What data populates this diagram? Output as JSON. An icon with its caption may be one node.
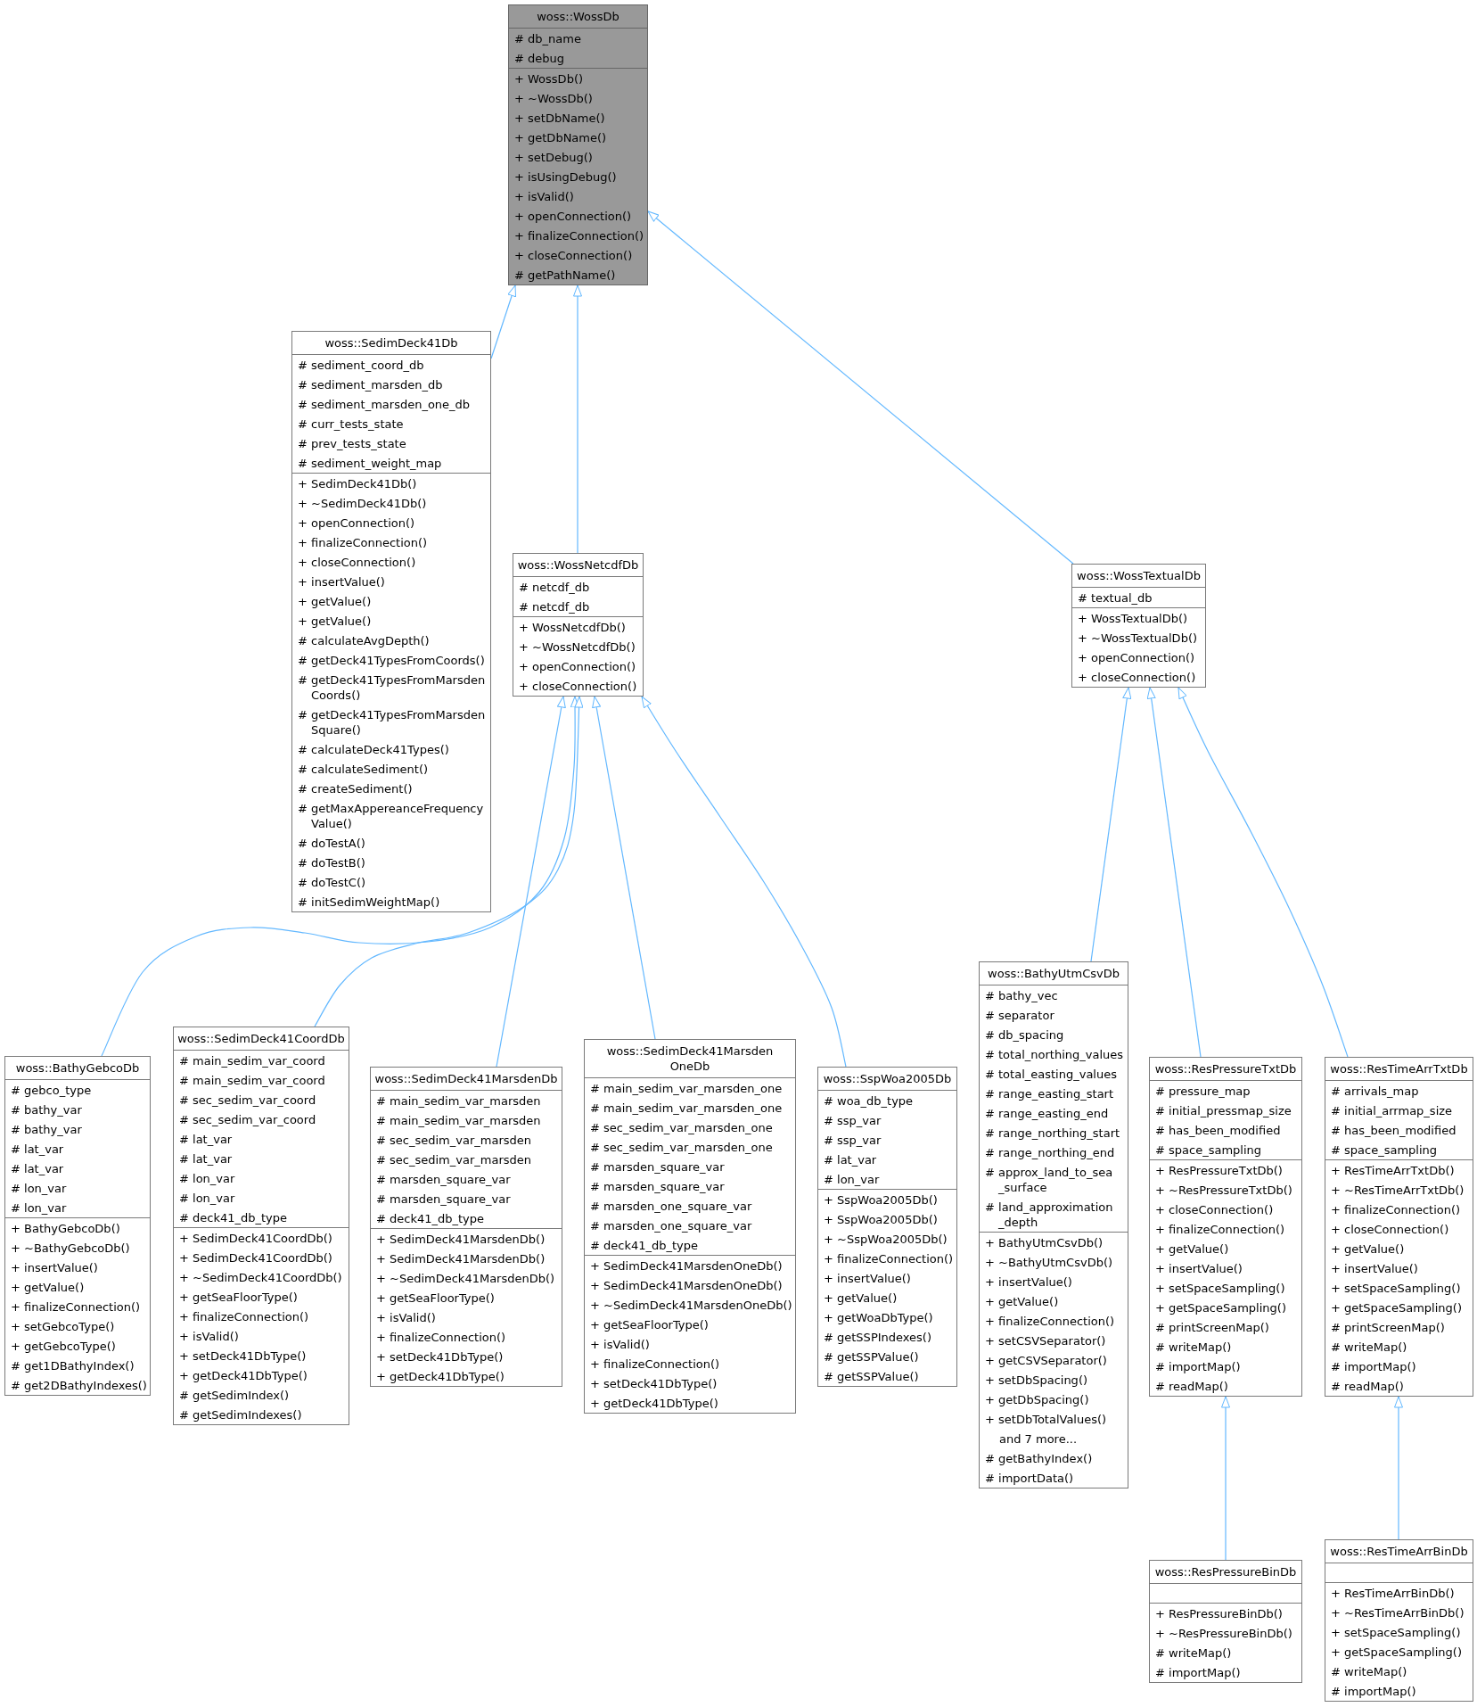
{
  "diagram": {
    "nodes": [
      {
        "text": [
          "woss::WossDb",
          "# db_name",
          "# debug",
          "+ WossDb()",
          "+ ~WossDb()",
          "+ setDbName()",
          "+ getDbName()",
          "+ setDebug()",
          "+ isUsingDebug()",
          "+ isValid()",
          "+ openConnection()",
          "+ finalizeConnection()",
          "+ closeConnection()",
          "# getPathName()"
        ]
      },
      {
        "text": [
          "woss::SedimDeck41Db",
          "# sediment_coord_db",
          "# sediment_marsden_db",
          "# sediment_marsden_one_db",
          "# curr_tests_state",
          "# prev_tests_state",
          "# sediment_weight_map",
          "+ SedimDeck41Db()",
          "+ ~SedimDeck41Db()",
          "+ openConnection()",
          "+ finalizeConnection()",
          "+ closeConnection()",
          "+ insertValue()",
          "+ getValue()",
          "+ getValue()",
          "# calculateAvgDepth()",
          "# getDeck41TypesFromCoords()",
          "# getDeck41TypesFromMarsden Coords()",
          "# getDeck41TypesFromMarsden Square()",
          "# calculateDeck41Types()",
          "# calculateSediment()",
          "# createSediment()",
          "# getMaxAppereanceFrequency Value()",
          "# doTestA()",
          "# doTestB()",
          "# doTestC()",
          "# initSedimWeightMap()"
        ]
      },
      {
        "text": [
          "woss::WossNetcdfDb",
          "# netcdf_db",
          "# netcdf_db",
          "+ WossNetcdfDb()",
          "+ ~WossNetcdfDb()",
          "+ openConnection()",
          "+ closeConnection()"
        ]
      },
      {
        "text": [
          "woss::WossTextualDb",
          "# textual_db",
          "+ WossTextualDb()",
          "+ ~WossTextualDb()",
          "+ openConnection()",
          "+ closeConnection()"
        ]
      },
      {
        "text": [
          "woss::BathyGebcoDb",
          "# gebco_type",
          "# bathy_var",
          "# bathy_var",
          "# lat_var",
          "# lat_var",
          "# lon_var",
          "# lon_var",
          "+ BathyGebcoDb()",
          "+ ~BathyGebcoDb()",
          "+ insertValue()",
          "+ getValue()",
          "+ finalizeConnection()",
          "+ setGebcoType()",
          "+ getGebcoType()",
          "# get1DBathyIndex()",
          "# get2DBathyIndexes()"
        ]
      },
      {
        "text": [
          "woss::SedimDeck41CoordDb",
          "# main_sedim_var_coord",
          "# main_sedim_var_coord",
          "# sec_sedim_var_coord",
          "# sec_sedim_var_coord",
          "# lat_var",
          "# lat_var",
          "# lon_var",
          "# lon_var",
          "# deck41_db_type",
          "+ SedimDeck41CoordDb()",
          "+ SedimDeck41CoordDb()",
          "+ ~SedimDeck41CoordDb()",
          "+ getSeaFloorType()",
          "+ finalizeConnection()",
          "+ isValid()",
          "+ setDeck41DbType()",
          "+ getDeck41DbType()",
          "# getSedimIndex()",
          "# getSedimIndexes()"
        ]
      },
      {
        "text": [
          "woss::SedimDeck41MarsdenDb",
          "# main_sedim_var_marsden",
          "# main_sedim_var_marsden",
          "# sec_sedim_var_marsden",
          "# sec_sedim_var_marsden",
          "# marsden_square_var",
          "# marsden_square_var",
          "# deck41_db_type",
          "+ SedimDeck41MarsdenDb()",
          "+ SedimDeck41MarsdenDb()",
          "+ ~SedimDeck41MarsdenDb()",
          "+ getSeaFloorType()",
          "+ isValid()",
          "+ finalizeConnection()",
          "+ setDeck41DbType()",
          "+ getDeck41DbType()"
        ]
      },
      {
        "text": [
          "woss::SedimDeck41Marsden OneDb",
          "# main_sedim_var_marsden_one",
          "# main_sedim_var_marsden_one",
          "# sec_sedim_var_marsden_one",
          "# sec_sedim_var_marsden_one",
          "# marsden_square_var",
          "# marsden_square_var",
          "# marsden_one_square_var",
          "# marsden_one_square_var",
          "# deck41_db_type",
          "+ SedimDeck41MarsdenOneDb()",
          "+ SedimDeck41MarsdenOneDb()",
          "+ ~SedimDeck41MarsdenOneDb()",
          "+ getSeaFloorType()",
          "+ isValid()",
          "+ finalizeConnection()",
          "+ setDeck41DbType()",
          "+ getDeck41DbType()"
        ]
      },
      {
        "text": [
          "woss::SspWoa2005Db",
          "# woa_db_type",
          "# ssp_var",
          "# ssp_var",
          "# lat_var",
          "# lon_var",
          "+ SspWoa2005Db()",
          "+ SspWoa2005Db()",
          "+ ~SspWoa2005Db()",
          "+ finalizeConnection()",
          "+ insertValue()",
          "+ getValue()",
          "+ getWoaDbType()",
          "# getSSPIndexes()",
          "# getSSPValue()",
          "# getSSPValue()"
        ]
      },
      {
        "text": [
          "woss::BathyUtmCsvDb",
          "# bathy_vec",
          "# separator",
          "# db_spacing",
          "# total_northing_values",
          "# total_easting_values",
          "# range_easting_start",
          "# range_easting_end",
          "# range_northing_start",
          "# range_northing_end",
          "# approx_land_to_sea _surface",
          "# land_approximation _depth",
          "+ BathyUtmCsvDb()",
          "+ ~BathyUtmCsvDb()",
          "+ insertValue()",
          "+ getValue()",
          "+ finalizeConnection()",
          "+ setCSVSeparator()",
          "+ getCSVSeparator()",
          "+ setDbSpacing()",
          "+ getDbSpacing()",
          "+ setDbTotalValues()",
          "and 7 more...",
          "# getBathyIndex()",
          "# importData()"
        ]
      },
      {
        "text": [
          "woss::ResPressureTxtDb",
          "# pressure_map",
          "# initial_pressmap_size",
          "# has_been_modified",
          "# space_sampling",
          "+ ResPressureTxtDb()",
          "+ ~ResPressureTxtDb()",
          "+ closeConnection()",
          "+ finalizeConnection()",
          "+ getValue()",
          "+ insertValue()",
          "+ setSpaceSampling()",
          "+ getSpaceSampling()",
          "# printScreenMap()",
          "# writeMap()",
          "# importMap()",
          "# readMap()"
        ]
      },
      {
        "text": [
          "woss::ResTimeArrTxtDb",
          "# arrivals_map",
          "# initial_arrmap_size",
          "# has_been_modified",
          "# space_sampling",
          "+ ResTimeArrTxtDb()",
          "+ ~ResTimeArrTxtDb()",
          "+ finalizeConnection()",
          "+ closeConnection()",
          "+ getValue()",
          "+ insertValue()",
          "+ setSpaceSampling()",
          "+ getSpaceSampling()",
          "# printScreenMap()",
          "# writeMap()",
          "# importMap()",
          "# readMap()"
        ]
      },
      {
        "text": [
          "woss::ResPressureBinDb",
          "+ ResPressureBinDb()",
          "+ ~ResPressureBinDb()",
          "# writeMap()",
          "# importMap()"
        ]
      },
      {
        "text": [
          "woss::ResTimeArrBinDb",
          "+ ResTimeArrBinDb()",
          "+ ~ResTimeArrBinDb()",
          "+ setSpaceSampling()",
          "+ getSpaceSampling()",
          "# writeMap()",
          "# importMap()"
        ]
      }
    ],
    "edges": [
      {
        "from": 1,
        "to": 0,
        "arrow": "to"
      },
      {
        "from": 2,
        "to": 0,
        "arrow": "to"
      },
      {
        "from": 3,
        "to": 0,
        "arrow": "to"
      },
      {
        "from": 4,
        "to": 2,
        "arrow": "to"
      },
      {
        "from": 5,
        "to": 2,
        "arrow": "to"
      },
      {
        "from": 6,
        "to": 2,
        "arrow": "to"
      },
      {
        "from": 7,
        "to": 2,
        "arrow": "to"
      },
      {
        "from": 8,
        "to": 2,
        "arrow": "to"
      },
      {
        "from": 9,
        "to": 3,
        "arrow": "to"
      },
      {
        "from": 10,
        "to": 3,
        "arrow": "to"
      },
      {
        "from": 11,
        "to": 3,
        "arrow": "to"
      },
      {
        "from": 12,
        "to": 10,
        "arrow": "to"
      },
      {
        "from": 13,
        "to": 11,
        "arrow": "to"
      }
    ]
  }
}
